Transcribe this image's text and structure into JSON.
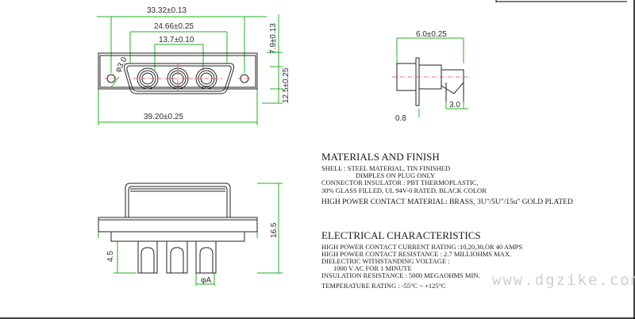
{
  "dimensions": {
    "overall_pitch": "33.32±0.13",
    "mid_pitch": "24.66±0.25",
    "inner_pitch": "13.7±0.10",
    "hole_dia": "φ3.0",
    "flange_height": "7.9±0.13",
    "body_height": "12.5±0.25",
    "overall_width": "39.20±0.25",
    "side_width": "6.0±0.25",
    "side_pin": "3.0",
    "side_flange": "0.8",
    "pin_length": "4.5",
    "total_height": "16.5",
    "pin_dia": "φA"
  },
  "materials": {
    "title": "MATERIALS AND FINISH",
    "line1": "SHELL : STEEL MATERIAL, TIN FINISHED",
    "line2": "DIMPLES ON PLUG ONLY",
    "line3": "CONNECTOR INSULATOR : PBT THERMOPLASTIC,",
    "line4": "30% GLASS FILLED, UL 94V-0 RATED, BLACK COLOR",
    "line5": "HIGH POWER CONTACT MATERIAL: BRASS, 3U\"/5U\"/15u\" GOLD PLATED"
  },
  "electrical": {
    "title": "ELECTRICAL CHARACTERISTICS",
    "line1": "HIGH POWER CONTACT CURRENT RATING :10,20,30,OR 40 AMPS",
    "line2": "HIGH POWER CONTACT RESISTANCE : 2.7 MILLIOHMS MAX.",
    "line3": "DIELECTRIC WITHSTANDING VOLTAGE :",
    "line4": "1000 V AC FOR 1 MINUTE",
    "line5": "INSULATION RESISTANCE : 5000 MEGAOHMS MIN.",
    "line6": "TEMPERATURE RATING : -55°C ~ +125°C"
  },
  "watermark": "www.dgzike.com"
}
